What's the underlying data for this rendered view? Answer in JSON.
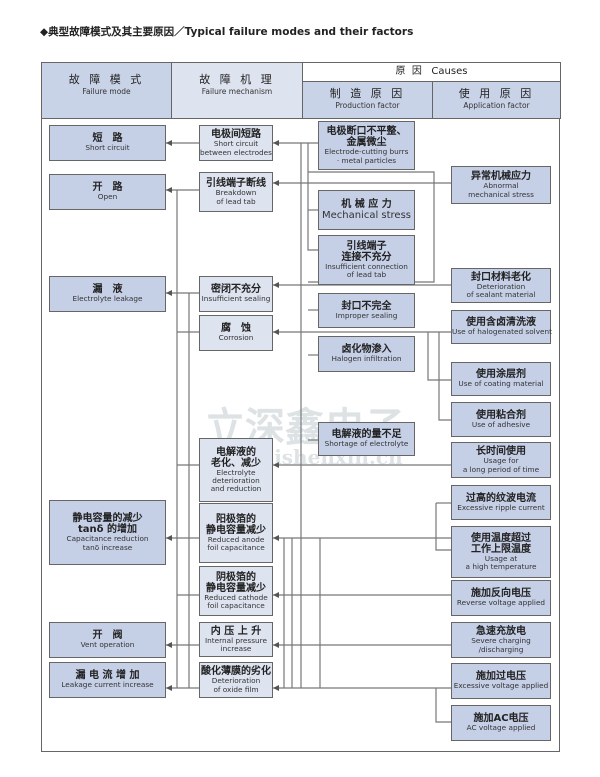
{
  "title": "◆典型故障模式及其主要原因／Typical failure modes and their factors",
  "header": {
    "failure_mode": {
      "zh": "故 障 模 式",
      "en": "Failure mode"
    },
    "failure_mechanism": {
      "zh": "故 障 机 理",
      "en": "Failure mechanism"
    },
    "causes": "原  因   Causes",
    "production_factor": {
      "zh": "制 造 原 因",
      "en": "Production factor"
    },
    "application_factor": {
      "zh": "使 用 原 因",
      "en": "Application factor"
    }
  },
  "failure_modes": [
    {
      "zh": "短　路",
      "en": "Short circuit"
    },
    {
      "zh": "开　路",
      "en": "Open"
    },
    {
      "zh": "漏　液",
      "en": "Electrolyte leakage"
    },
    {
      "zh": "静电容量的减少\ntanδ 的增加",
      "en": "Capacitance reduction\ntanδ increase"
    },
    {
      "zh": "开　阀",
      "en": "Vent operation"
    },
    {
      "zh": "漏 电 流 增 加",
      "en": "Leakage current increase"
    }
  ],
  "mechanisms": [
    {
      "zh": "电极间短路",
      "en": "Short circuit\nbetween electrodes"
    },
    {
      "zh": "引线端子断线",
      "en": "Breakdown\nof lead tab"
    },
    {
      "zh": "密闭不充分",
      "en": "Insufficient sealing"
    },
    {
      "zh": "腐　蚀",
      "en": "Corrosion"
    },
    {
      "zh": "电解液的\n老化、减少",
      "en": "Electrolyte\ndeterioration\nand reduction"
    },
    {
      "zh": "阳极箔的\n静电容量减少",
      "en": "Reduced anode\nfoil capacitance"
    },
    {
      "zh": "阴极箔的\n静电容量减少",
      "en": "Reduced cathode\nfoil capacitance"
    },
    {
      "zh": "内 压 上 升",
      "en": "Internal pressure\nincrease"
    },
    {
      "zh": "酸化薄膜的劣化",
      "en": "Deterioration\nof oxide film"
    }
  ],
  "production_factors": [
    {
      "zh": "电极断口不平整、\n金属微尘",
      "en": "Electrode-cutting burrs\n· metal particles"
    },
    {
      "zh": "机 械 应 力",
      "en": "Mechanical stress"
    },
    {
      "zh": "引线端子\n连接不充分",
      "en": "Insufficient connection\nof lead tab"
    },
    {
      "zh": "封口不完全",
      "en": "Improper sealing"
    },
    {
      "zh": "卤化物渗入",
      "en": "Halogen infiltration"
    },
    {
      "zh": "电解液的量不足",
      "en": "Shortage of electrolyte"
    }
  ],
  "application_factors": [
    {
      "zh": "异常机械应力",
      "en": "Abnormal\nmechanical stress"
    },
    {
      "zh": "封口材料老化",
      "en": "Deterioration\nof sealant material"
    },
    {
      "zh": "使用含卤清洗液",
      "en": "Use of halogenated solvent"
    },
    {
      "zh": "使用涂层剂",
      "en": "Use of coating material"
    },
    {
      "zh": "使用粘合剂",
      "en": "Use of adhesive"
    },
    {
      "zh": "长时间使用",
      "en": "Usage for\na long period of time"
    },
    {
      "zh": "过高的纹波电流",
      "en": "Excessive ripple current"
    },
    {
      "zh": "使用温度超过\n工作上限温度",
      "en": "Usage at\na high temperature"
    },
    {
      "zh": "施加反向电压",
      "en": "Reverse voltage applied"
    },
    {
      "zh": "急速充放电",
      "en": "Severe charging\n/discharging"
    },
    {
      "zh": "施加过电压",
      "en": "Excessive voltage applied"
    },
    {
      "zh": "施加AC电压",
      "en": "AC voltage applied"
    }
  ],
  "watermark": {
    "zh": "立深鑫电子",
    "url": "www.lishenxin.cn"
  },
  "colors": {
    "box_fill": "#c5cfe6",
    "mechanism_fill": "#dde3ef",
    "line": "#666666"
  }
}
